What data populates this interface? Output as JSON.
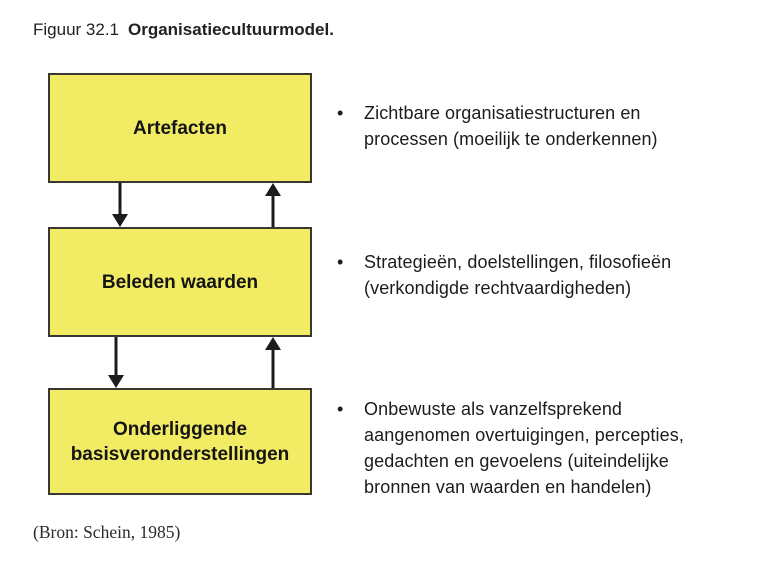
{
  "figure": {
    "label": "Figuur 32.1",
    "title": "Organisatiecultuurmodel."
  },
  "colors": {
    "box_fill": "#F2EB64",
    "box_border": "#3a3830",
    "text": "#1c1c1c",
    "arrow": "#1c1c1c",
    "background": "#ffffff"
  },
  "bullet_char": "•",
  "levels": [
    {
      "box_label": "Artefacten",
      "bullet_lines": [
        "Zichtbare organisatiestructuren en",
        "processen (moeilijk te onderkennen)"
      ]
    },
    {
      "box_label": "Beleden waarden",
      "bullet_lines": [
        "Strategieën, doelstellingen, filosofieën",
        "(verkondigde rechtvaardigheden)"
      ]
    },
    {
      "box_label": "Onderliggende basisveronderstellingen",
      "bullet_lines": [
        "Onbewuste als vanzelfsprekend",
        "aangenomen overtuigingen, percepties,",
        "gedachten en gevoelens (uiteindelijke",
        "bronnen van waarden en handelen)"
      ]
    }
  ],
  "source": "(Bron: Schein, 1985)"
}
